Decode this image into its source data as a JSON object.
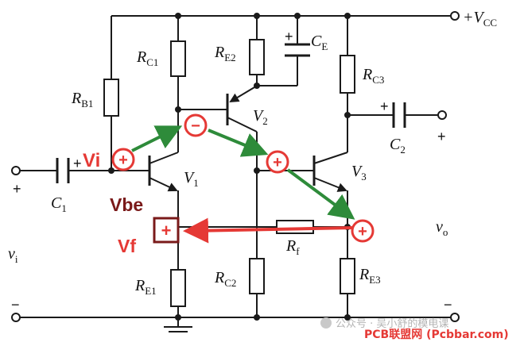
{
  "labels": {
    "vcc": "+V",
    "vcc_sub": "CC",
    "rb1": "R",
    "rb1_sub": "B1",
    "rc1": "R",
    "rc1_sub": "C1",
    "re2": "R",
    "re2_sub": "E2",
    "ce": "C",
    "ce_sub": "E",
    "rc3": "R",
    "rc3_sub": "C3",
    "v1": "V",
    "v1_sub": "1",
    "v2": "V",
    "v2_sub": "2",
    "v3": "V",
    "v3_sub": "3",
    "c1": "C",
    "c1_sub": "1",
    "c2": "C",
    "c2_sub": "2",
    "rf": "R",
    "rf_sub": "f",
    "rc2": "R",
    "rc2_sub": "C2",
    "re3": "R",
    "re3_sub": "E3",
    "re1": "R",
    "re1_sub": "E1",
    "vi": "v",
    "vi_sub": "i",
    "vo": "v",
    "vo_sub": "o",
    "plus": "+",
    "minus": "−"
  },
  "annotations": {
    "vi": "Vi",
    "vbe": "Vbe",
    "vf": "Vf",
    "plus": "+",
    "minus": "−"
  },
  "colors": {
    "wire": "#1a1a1a",
    "positive_mark": "#e03a3a",
    "feedback_arrow": "#e53935",
    "signal_arrow": "#2e8b3a",
    "box": "#7a1a1a",
    "annotation_red": "#e53935",
    "annotation_dark": "#7a1a1a"
  },
  "watermark": {
    "channel": "公众号 · 吴小舒的模电课",
    "site": "PCB联盟网 (Pcbbar.com)"
  }
}
